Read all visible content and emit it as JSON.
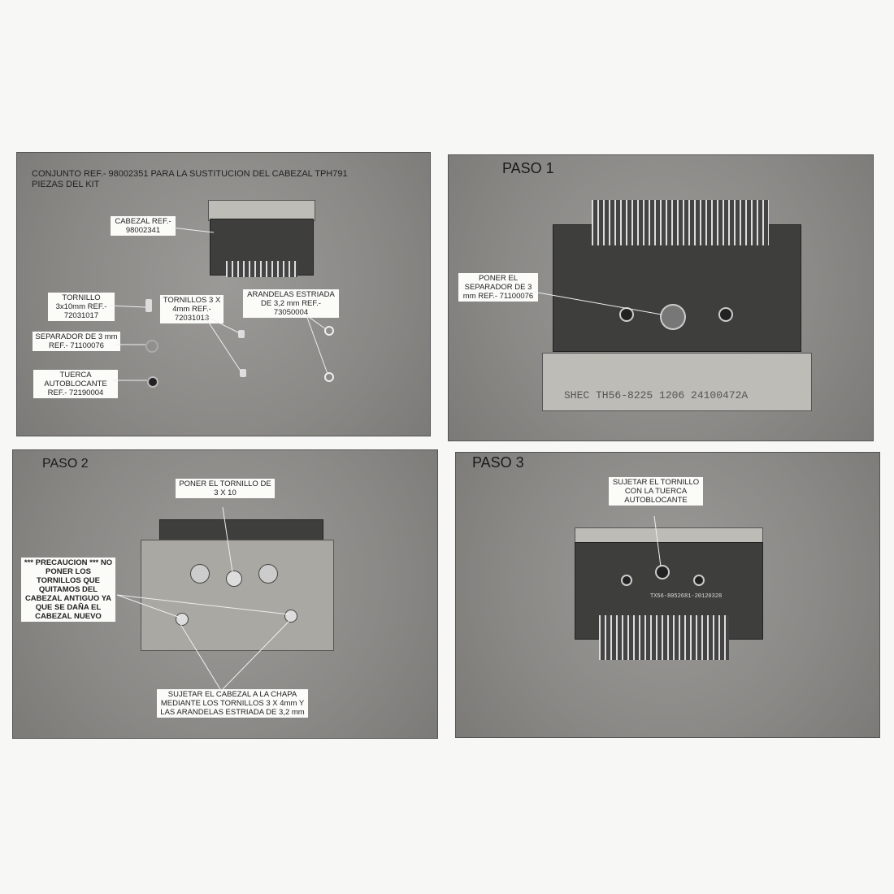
{
  "panel_kit": {
    "title_line1": "CONJUNTO REF.- 98002351 PARA LA SUSTITUCION DEL CABEZAL TPH791",
    "title_line2": "PIEZAS DEL KIT",
    "labels": [
      "CABEZAL REF.- 98002341",
      "TORNILLO 3x10mm REF.- 72031017",
      "TORNILLOS 3 X 4mm REF.- 72031013",
      "ARANDELAS ESTRIADA DE 3,2 mm REF.- 73050004",
      "SEPARADOR DE 3 mm REF.- 71100076",
      "TUERCA AUTOBLOCANTE REF.- 72190004"
    ]
  },
  "panel_paso1": {
    "heading": "PASO 1",
    "label": "PONER EL SEPARADOR DE 3 mm REF.- 71100076",
    "plate_text": "SHEC TH56-8225 1206 24100472A"
  },
  "panel_paso2": {
    "heading": "PASO 2",
    "label_top": "PONER EL TORNILLO DE 3 X 10",
    "label_caution": "*** PRECAUCION *** NO PONER LOS TORNILLOS QUE QUITAMOS DEL CABEZAL ANTIGUO YA QUE SE DAÑA EL CABEZAL NUEVO",
    "label_bottom": "SUJETAR EL CABEZAL A LA CHAPA MEDIANTE LOS TORNILLOS 3 X 4mm Y LAS ARANDELAS ESTRIADA DE 3,2 mm"
  },
  "panel_paso3": {
    "heading": "PASO 3",
    "label": "SUJETAR EL TORNILLO CON LA TUERCA AUTOBLOCANTE",
    "board_text": "TX56-8052681-20120328"
  }
}
